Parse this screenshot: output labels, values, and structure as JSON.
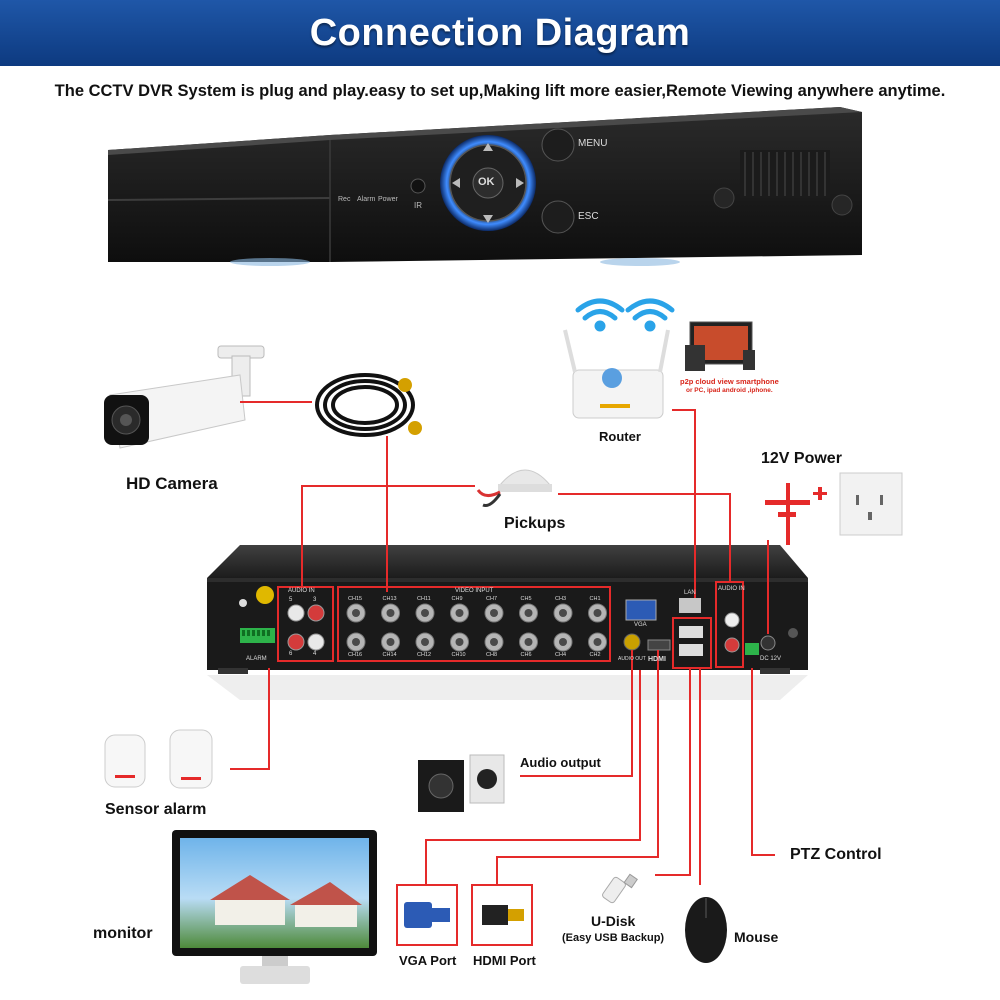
{
  "header": {
    "title": "Connection Diagram",
    "bg_color": "#1a4f9c"
  },
  "subtitle": "The CCTV DVR System is plug and play.easy to set up,Making lift more easier,Remote Viewing anywhere anytime.",
  "dvr_front": {
    "buttons": {
      "menu": "MENU",
      "esc": "ESC",
      "ok": "OK"
    },
    "indicators": {
      "rec": "Rec",
      "alarm": "Alarm",
      "power": "Power",
      "ir": "IR"
    }
  },
  "dvr_back": {
    "audio_in_left": "AUDIO IN",
    "video_input": "VIDEO INPUT",
    "audio_in_right": "AUDIO IN",
    "alarm": "ALARM",
    "vga": "VGA",
    "lan": "LAN",
    "audio_out": "AUDIO OUT",
    "hdmi": "HDMI",
    "dc": "DC 12V",
    "audio_in_numbers": [
      "5",
      "3",
      "6",
      "4"
    ],
    "channels_top": [
      "CH15",
      "CH13",
      "CH11",
      "CH9",
      "CH7",
      "CH5",
      "CH3",
      "CH1"
    ],
    "channels_bottom": [
      "CH16",
      "CH14",
      "CH12",
      "CH10",
      "CH8",
      "CH6",
      "CH4",
      "CH2"
    ]
  },
  "cloud": {
    "line1": "p2p cloud  view smartphone",
    "line2": "or PC, ipad android ,iphone."
  },
  "labels": {
    "router": "Router",
    "power": "12V Power",
    "camera": "HD Camera",
    "pickups": "Pickups",
    "sensor": "Sensor alarm",
    "audio_output": "Audio output",
    "ptz": "PTZ Control",
    "monitor": "monitor",
    "vga_port": "VGA Port",
    "hdmi_port": "HDMI Port",
    "udisk": "U-Disk",
    "udisk_sub": "(Easy USB Backup)",
    "mouse": "Mouse"
  },
  "colors": {
    "connector_line": "#e52a2a",
    "wifi": "#2aa3e8",
    "led_ring": "#2f7df0"
  }
}
